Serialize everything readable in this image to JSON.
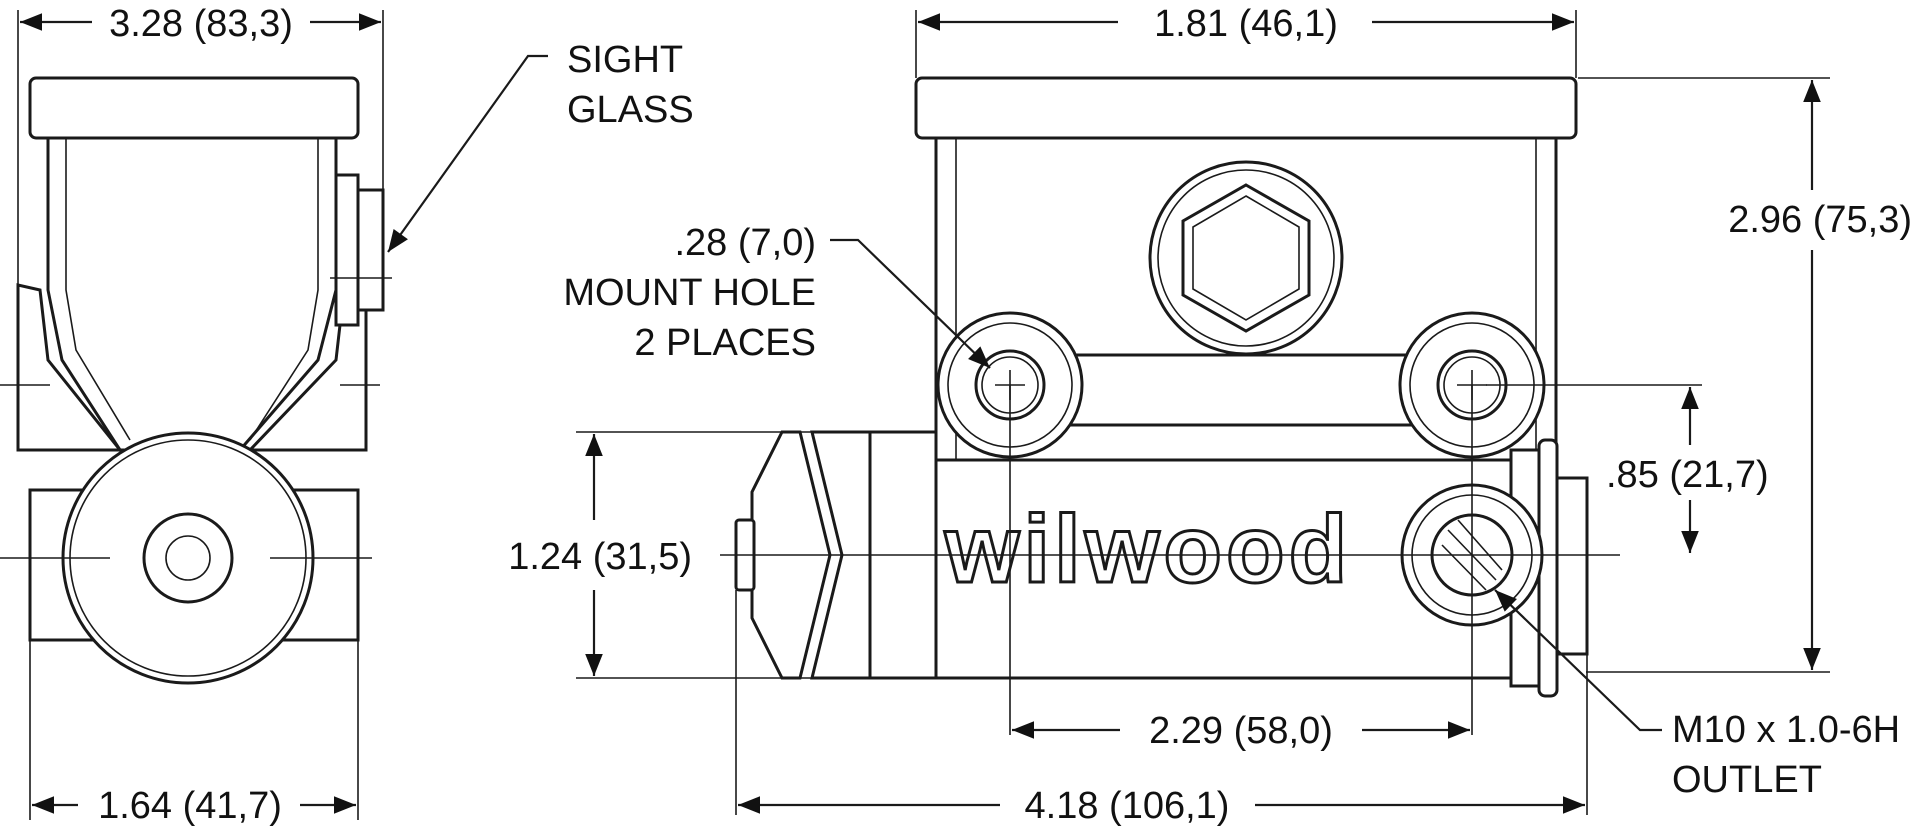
{
  "dimensions": {
    "left_width": "3.28 (83,3)",
    "left_base": "1.64 (41,7)",
    "top_width": "1.81 (46,1)",
    "height": "2.96 (75,3)",
    "hole_to_bore": ".85 (21,7)",
    "bore_height": "1.24 (31,5)",
    "hole_spacing": "2.29 (58,0)",
    "overall_length": "4.18 (106,1)"
  },
  "callouts": {
    "sight_glass": [
      "SIGHT",
      "GLASS"
    ],
    "mount_hole": [
      ".28 (7,0)",
      "MOUNT HOLE",
      "2 PLACES"
    ],
    "outlet": [
      "M10 x 1.0-6H",
      "OUTLET"
    ]
  },
  "logo_text": "wilwood"
}
